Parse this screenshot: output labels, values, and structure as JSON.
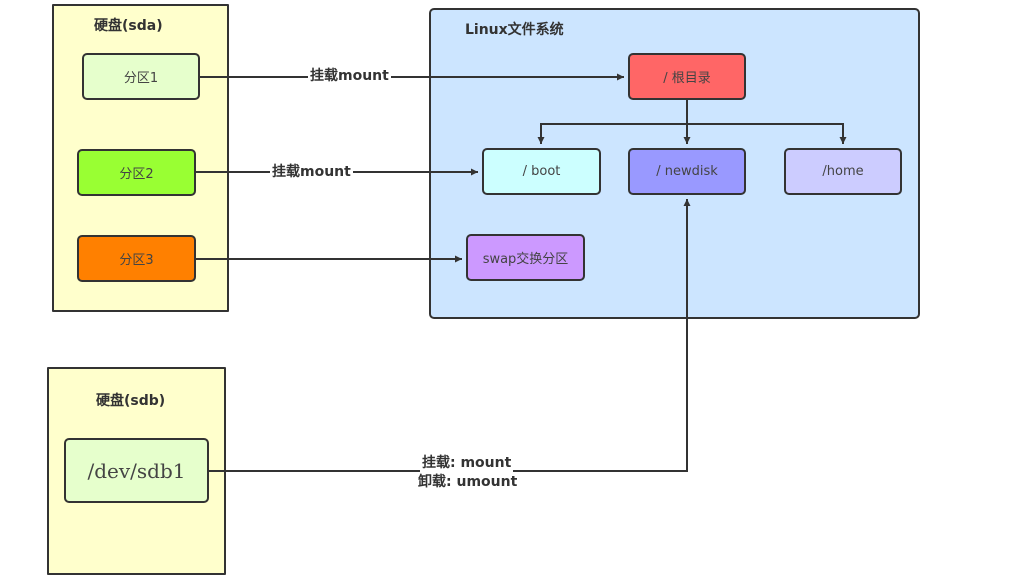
{
  "colors": {
    "disk_bg": "#ffffcc",
    "fs_bg": "#cce5ff",
    "stroke": "#333333",
    "partition1": "#e6ffcc",
    "partition2": "#99ff33",
    "partition3": "#ff8000",
    "root": "#ff6666",
    "boot": "#ccffff",
    "newdisk": "#9999ff",
    "home": "#ccccff",
    "swap": "#cc99ff",
    "sdb1": "#e6ffcc"
  },
  "disk_sda": {
    "title": "硬盘(sda)",
    "partitions": [
      {
        "label": "分区1"
      },
      {
        "label": "分区2"
      },
      {
        "label": "分区3"
      }
    ]
  },
  "linux_fs": {
    "title": "Linux文件系统",
    "root": "/ 根目录",
    "boot": "/ boot",
    "newdisk": "/ newdisk",
    "home": "/home",
    "swap": "swap交换分区"
  },
  "disk_sdb": {
    "title": "硬盘(sdb)",
    "partition": "/dev/sdb1"
  },
  "edges": {
    "p1_to_root": "挂载mount",
    "p2_to_boot": "挂载mount",
    "sdb1_mount": "挂载: mount",
    "sdb1_umount": "卸载: umount"
  }
}
